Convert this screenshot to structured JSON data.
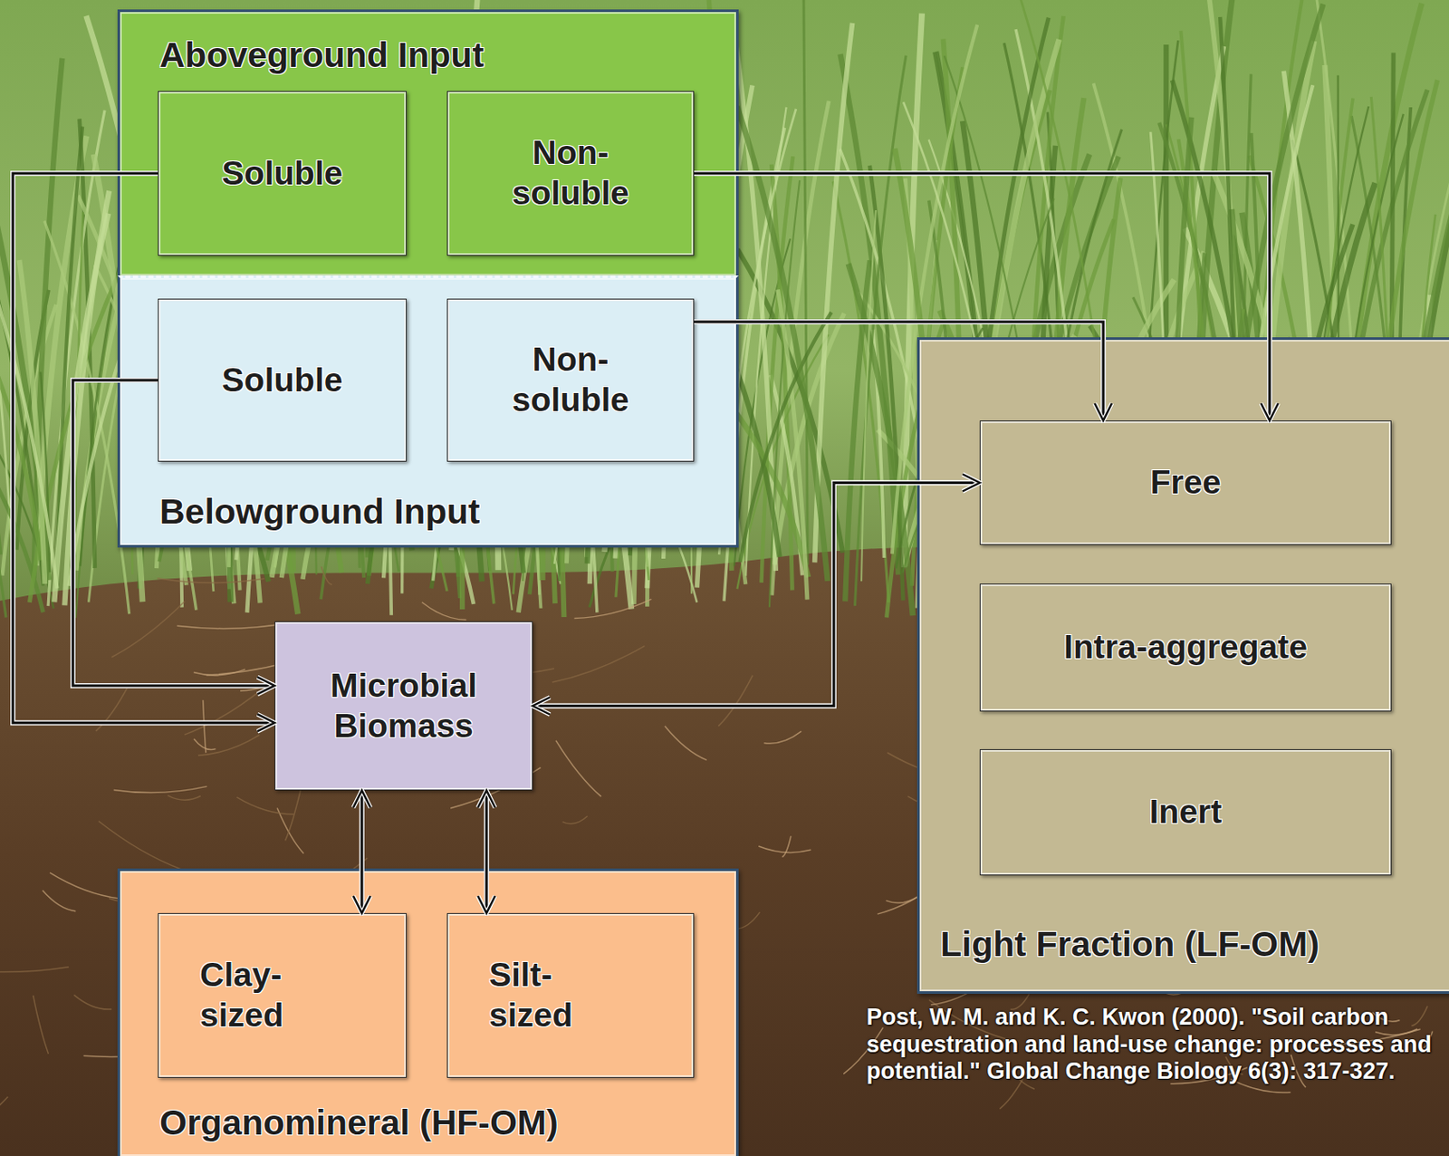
{
  "diagram": {
    "nodes": [
      {
        "text": [
          "Aboveground Input"
        ]
      },
      {
        "text": [
          "Soluble"
        ],
        "in": 0
      },
      {
        "text": [
          "Non-soluble"
        ],
        "in": 0
      },
      {
        "text": [
          "Belowground Input"
        ]
      },
      {
        "text": [
          "Soluble"
        ],
        "in": 3
      },
      {
        "text": [
          "Non-soluble"
        ],
        "in": 3
      },
      {
        "text": [
          "Light Fraction (LF-OM)"
        ]
      },
      {
        "text": [
          "Free"
        ],
        "in": 6
      },
      {
        "text": [
          "Intra-aggregate"
        ],
        "in": 6
      },
      {
        "text": [
          "Inert"
        ],
        "in": 6
      },
      {
        "text": [
          "Microbial Biomass"
        ]
      },
      {
        "text": [
          "Organomineral (HF-OM)"
        ]
      },
      {
        "text": [
          "Clay-sized"
        ],
        "in": 11
      },
      {
        "text": [
          "Silt-sized"
        ],
        "in": 11
      }
    ],
    "edges": [
      {
        "from": 1,
        "to": 10,
        "arrow": "to"
      },
      {
        "from": 4,
        "to": 10,
        "arrow": "to"
      },
      {
        "from": 2,
        "to": 7,
        "arrow": "to"
      },
      {
        "from": 5,
        "to": 7,
        "arrow": "to"
      },
      {
        "from": 7,
        "to": 10,
        "arrow": "both"
      },
      {
        "from": 10,
        "to": 12,
        "arrow": "both"
      },
      {
        "from": 10,
        "to": 13,
        "arrow": "both"
      }
    ],
    "labels": [
      "Post, W. M. and K. C. Kwon (2000). \"Soil carbon sequestration and land-use change: processes and potential.\" Global Change Biology 6(3): 317-327."
    ]
  }
}
